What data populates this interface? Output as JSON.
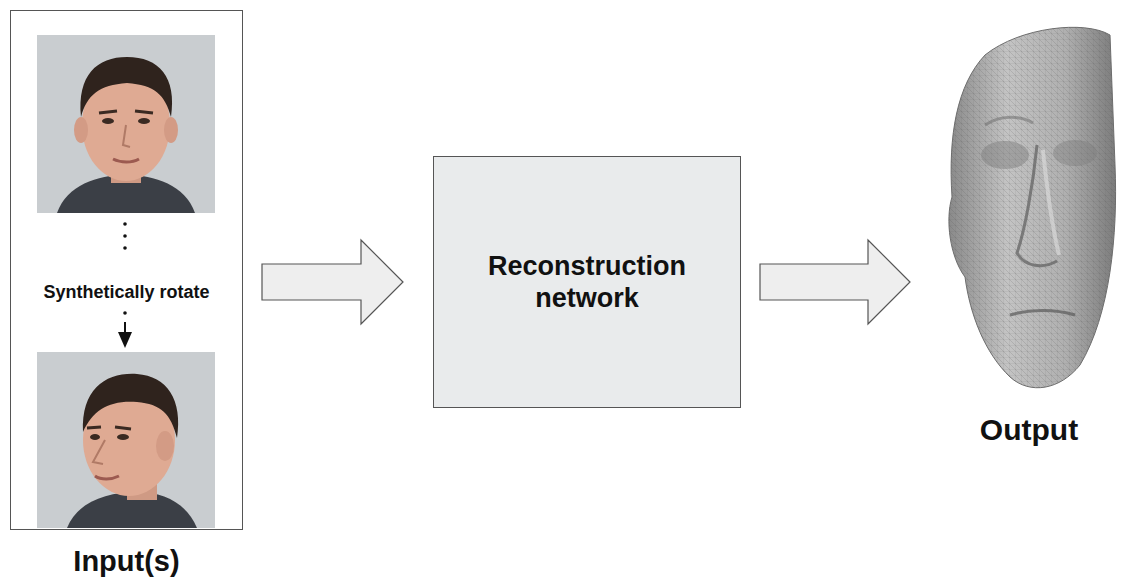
{
  "diagram": {
    "nodes": [
      {
        "text": [
          "Synthetically rotate",
          "Input(s)"
        ]
      },
      {
        "text": [
          "Reconstruction network"
        ]
      },
      {
        "text": [
          "Output"
        ]
      }
    ],
    "edges": [
      {
        "from": 0,
        "to": 1,
        "arrow": "to"
      },
      {
        "from": 1,
        "to": 2,
        "arrow": "to"
      }
    ]
  }
}
